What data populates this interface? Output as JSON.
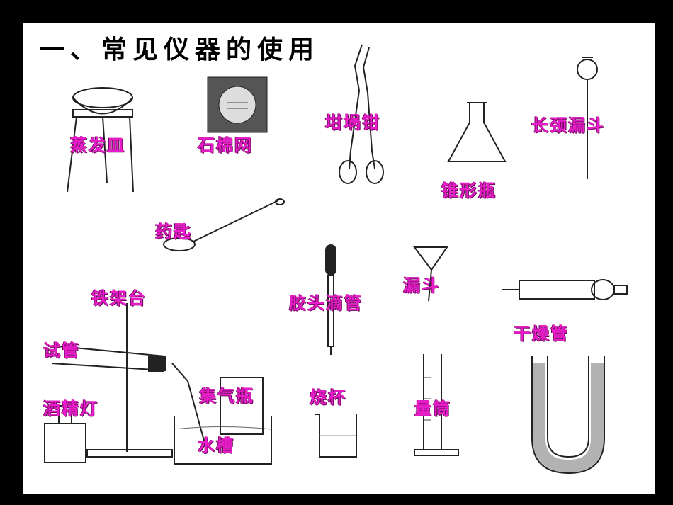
{
  "slide": {
    "title": "一、常见仪器的使用",
    "labels": {
      "evaporating_dish": "蒸发皿",
      "asbestos_net": "石棉网",
      "crucible_tongs": "坩埚钳",
      "conical_flask": "锥形瓶",
      "long_neck_funnel": "长颈漏斗",
      "spoon": "药匙",
      "iron_stand": "铁架台",
      "dropper": "胶头滴管",
      "funnel": "漏斗",
      "drying_tube": "干燥管",
      "test_tube": "试管",
      "alcohol_lamp": "酒精灯",
      "gas_jar": "集气瓶",
      "water_trough": "水槽",
      "beaker": "烧杯",
      "measuring_cylinder": "量筒"
    }
  }
}
